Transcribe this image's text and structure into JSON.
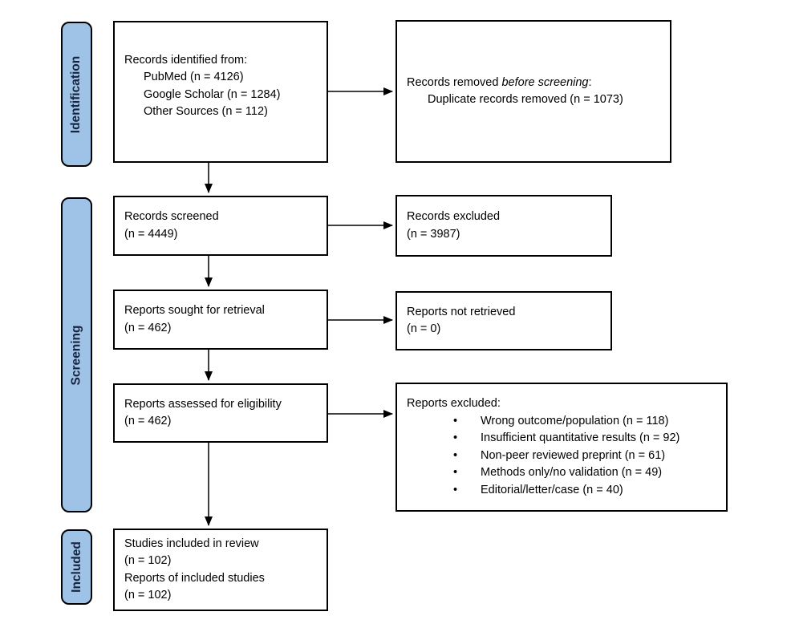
{
  "stages": {
    "identification": "Identification",
    "screening": "Screening",
    "included": "Included"
  },
  "colors": {
    "stage_fill": "#9FC3E7",
    "stage_text": "#15243F",
    "box_border": "#000000",
    "arrow": "#000000",
    "background": "#FFFFFF"
  },
  "boxes": {
    "records_identified": {
      "title": "Records identified from:",
      "items": [
        "PubMed (n = 4126)",
        "Google Scholar (n = 1284)",
        "Other Sources (n = 112)"
      ]
    },
    "records_removed": {
      "prefix": "Records removed ",
      "italic": "before screening",
      "suffix": ":",
      "items": [
        "Duplicate records removed (n = 1073)"
      ]
    },
    "records_screened": {
      "lines": [
        "Records screened",
        "(n = 4449)"
      ]
    },
    "records_excluded": {
      "lines": [
        "Records excluded",
        "(n = 3987)"
      ]
    },
    "reports_sought": {
      "lines": [
        "Reports sought for retrieval",
        "(n = 462)"
      ]
    },
    "reports_not_retrieved": {
      "lines": [
        "Reports not retrieved",
        "(n = 0)"
      ]
    },
    "reports_assessed": {
      "lines": [
        "Reports assessed for eligibility",
        "(n = 462)"
      ]
    },
    "reports_excluded": {
      "title": "Reports excluded:",
      "items": [
        "Wrong outcome/population (n = 118)",
        "Insufficient quantitative results (n = 92)",
        "Non-peer reviewed preprint (n = 61)",
        "Methods only/no validation (n = 49)",
        "Editorial/letter/case (n = 40)"
      ]
    },
    "studies_included": {
      "lines": [
        "Studies included in review",
        "(n = 102)",
        "Reports of included studies",
        "(n = 102)"
      ]
    }
  }
}
